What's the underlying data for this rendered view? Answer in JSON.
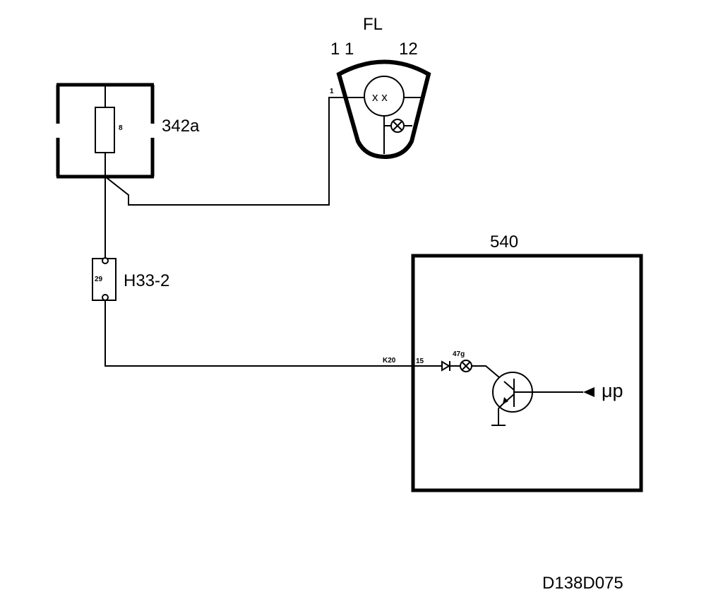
{
  "labels": {
    "lamp_unit": "FL",
    "lamp_pin_11": "1 1",
    "lamp_pin_12": "12",
    "lamp_pin_1": "1",
    "fuse_box": "342a",
    "fuse_number": "8",
    "connector": "H33-2",
    "connector_pin": "29",
    "control_unit": "540",
    "wire_code": "K20",
    "input_pin": "15",
    "indicator": "47g",
    "processor": "μp",
    "drawing_id": "D138D075"
  }
}
